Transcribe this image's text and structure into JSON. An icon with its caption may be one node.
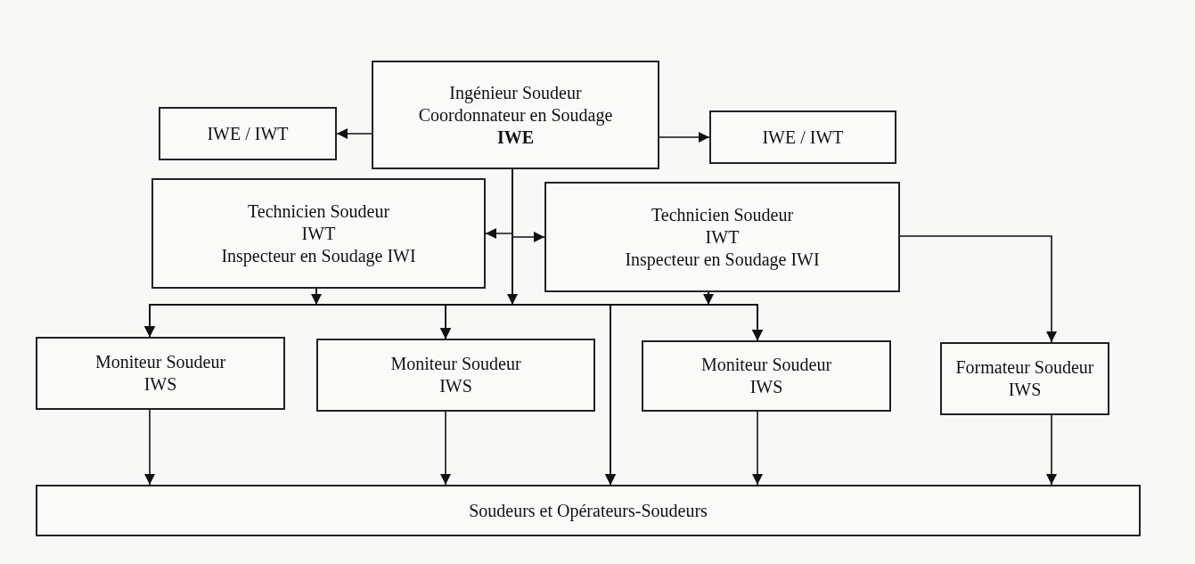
{
  "diagram": {
    "nodes": [
      {
        "text": [
          "Ingénieur Soudeur",
          "Coordonnateur en Soudage",
          "IWE"
        ]
      },
      {
        "text": [
          "IWE / IWT"
        ]
      },
      {
        "text": [
          "IWE / IWT"
        ]
      },
      {
        "text": [
          "Technicien Soudeur",
          "IWT",
          "Inspecteur en Soudage IWI"
        ]
      },
      {
        "text": [
          "Technicien Soudeur",
          "IWT",
          "Inspecteur en Soudage IWI"
        ]
      },
      {
        "text": [
          "Moniteur Soudeur",
          "IWS"
        ]
      },
      {
        "text": [
          "Moniteur Soudeur",
          "IWS"
        ]
      },
      {
        "text": [
          "Moniteur Soudeur",
          "IWS"
        ]
      },
      {
        "text": [
          "Formateur Soudeur",
          "IWS"
        ]
      },
      {
        "text": [
          "Soudeurs et Opérateurs-Soudeurs"
        ]
      }
    ],
    "edges": [
      {
        "from": 0,
        "to": 1,
        "arrow": "to"
      },
      {
        "from": 0,
        "to": 2,
        "arrow": "to"
      },
      {
        "from": 0,
        "to": 3,
        "arrow": "to"
      },
      {
        "from": 0,
        "to": 4,
        "arrow": "to"
      },
      {
        "from": 0,
        "to": 5,
        "arrow": "to"
      },
      {
        "from": 0,
        "to": 6,
        "arrow": "to"
      },
      {
        "from": 0,
        "to": 7,
        "arrow": "to"
      },
      {
        "from": 0,
        "to": 9,
        "arrow": "to"
      },
      {
        "from": 3,
        "to": 5,
        "arrow": "to"
      },
      {
        "from": 3,
        "to": 6,
        "arrow": "to"
      },
      {
        "from": 3,
        "to": 7,
        "arrow": "to"
      },
      {
        "from": 3,
        "to": 9,
        "arrow": "to"
      },
      {
        "from": 4,
        "to": 5,
        "arrow": "to"
      },
      {
        "from": 4,
        "to": 6,
        "arrow": "to"
      },
      {
        "from": 4,
        "to": 7,
        "arrow": "to"
      },
      {
        "from": 4,
        "to": 9,
        "arrow": "to"
      },
      {
        "from": 4,
        "to": 8,
        "arrow": "to"
      },
      {
        "from": 5,
        "to": 9,
        "arrow": "to"
      },
      {
        "from": 6,
        "to": 9,
        "arrow": "to"
      },
      {
        "from": 7,
        "to": 9,
        "arrow": "to"
      },
      {
        "from": 8,
        "to": 9,
        "arrow": "to"
      }
    ]
  }
}
